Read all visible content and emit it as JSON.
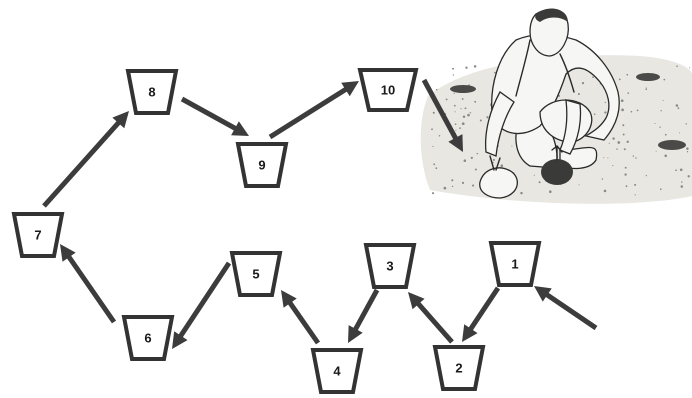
{
  "pots": [
    {
      "label": "1"
    },
    {
      "label": "2"
    },
    {
      "label": "3"
    },
    {
      "label": "4"
    },
    {
      "label": "5"
    },
    {
      "label": "6"
    },
    {
      "label": "7"
    },
    {
      "label": "8"
    },
    {
      "label": "9"
    },
    {
      "label": "10"
    }
  ],
  "illustration": {
    "icon": "farmer-planting-seedlings-icon"
  },
  "colors": {
    "arrow": "#3c3c3c",
    "pot_outline": "#333333"
  }
}
